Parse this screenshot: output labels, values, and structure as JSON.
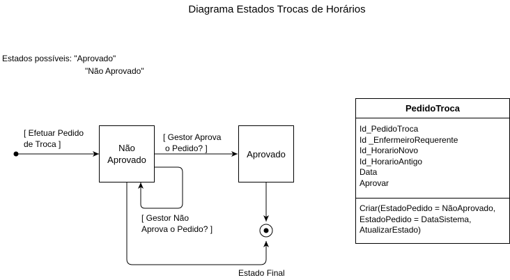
{
  "title": "Diagrama Estados Trocas de Horários",
  "note": {
    "line1": "Estados possíveis: \"Aprovado\"",
    "line2": "\"Não Aprovado\""
  },
  "states": {
    "nao_aprovado": [
      "Não",
      "Aprovado"
    ],
    "aprovado": "Aprovado"
  },
  "transitions": {
    "efetuar": [
      "[ Efetuar Pedido",
      "de Troca ]"
    ],
    "gestor_aprova": [
      "[ Gestor Aprova",
      "o Pedido? ]"
    ],
    "gestor_nao_aprova": [
      "[ Gestor Não",
      "Aprova o Pedido? ]"
    ]
  },
  "final_label": "Estado Final",
  "class_box": {
    "name": "PedidoTroca",
    "attributes": [
      "Id_PedidoTroca",
      "Id _EnfermeiroRequerente",
      "Id_HorarioNovo",
      "Id_HorarioAntigo",
      "Data",
      "Aprovar"
    ],
    "operations": [
      "Criar(EstadoPedido = NãoAprovado,",
      "EstadoPedido = DataSistema,",
      "AtualizarEstado)"
    ]
  }
}
